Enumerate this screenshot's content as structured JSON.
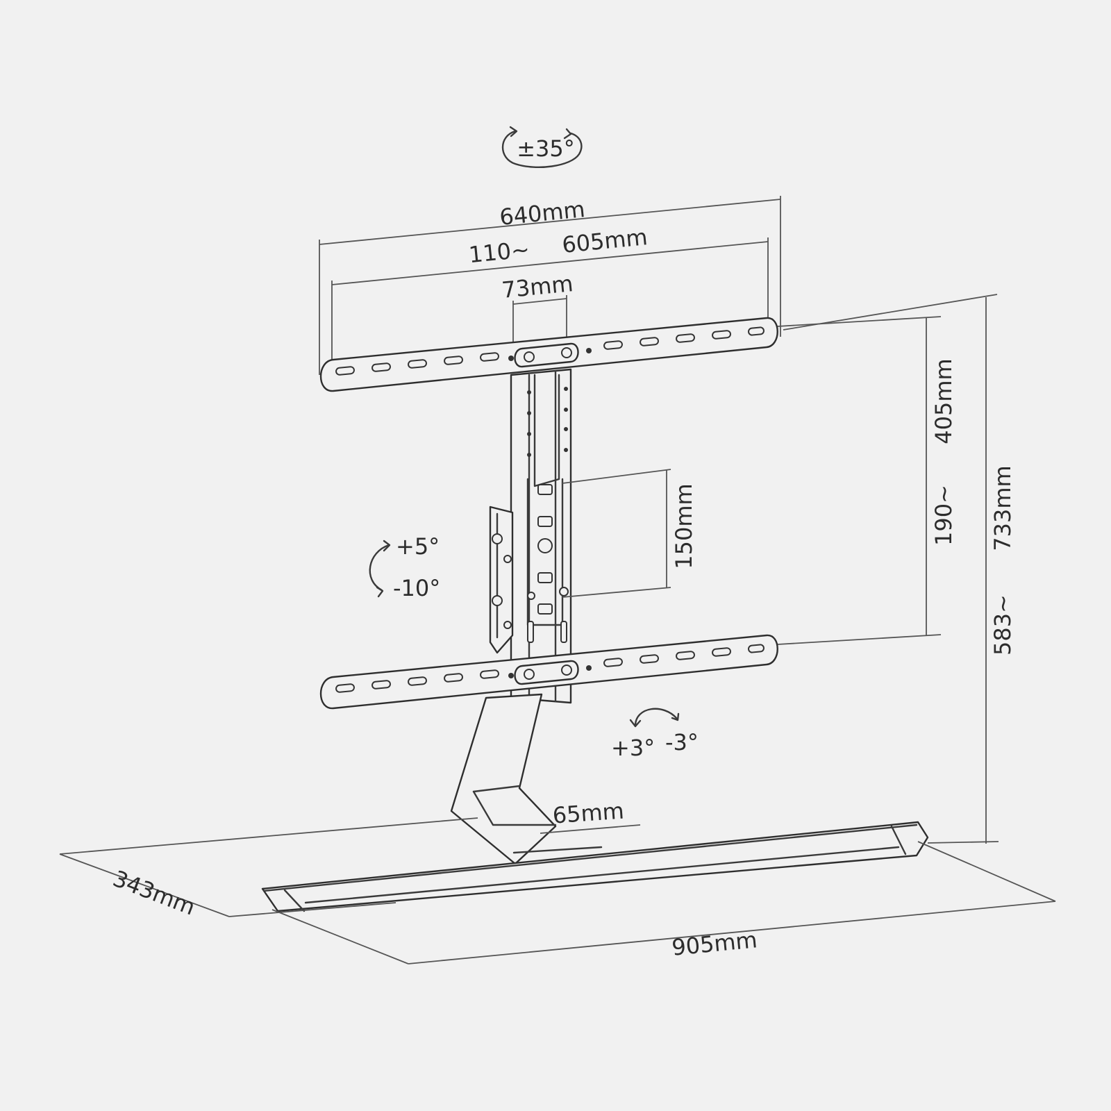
{
  "labels": {
    "swivel": "±35°",
    "width_outer": "640mm",
    "width_min": "110~",
    "width_max": "605mm",
    "column": "73mm",
    "height_range_low": "190~",
    "height_range_high": "405mm",
    "total_height_low": "583~",
    "total_height_high": "733mm",
    "vertical_adjust": "150mm",
    "tilt_up": "+5°",
    "tilt_down": "-10°",
    "level_plus": "+3°",
    "level_minus": "-3°",
    "neck": "65mm",
    "depth": "343mm",
    "base_width": "905mm"
  }
}
